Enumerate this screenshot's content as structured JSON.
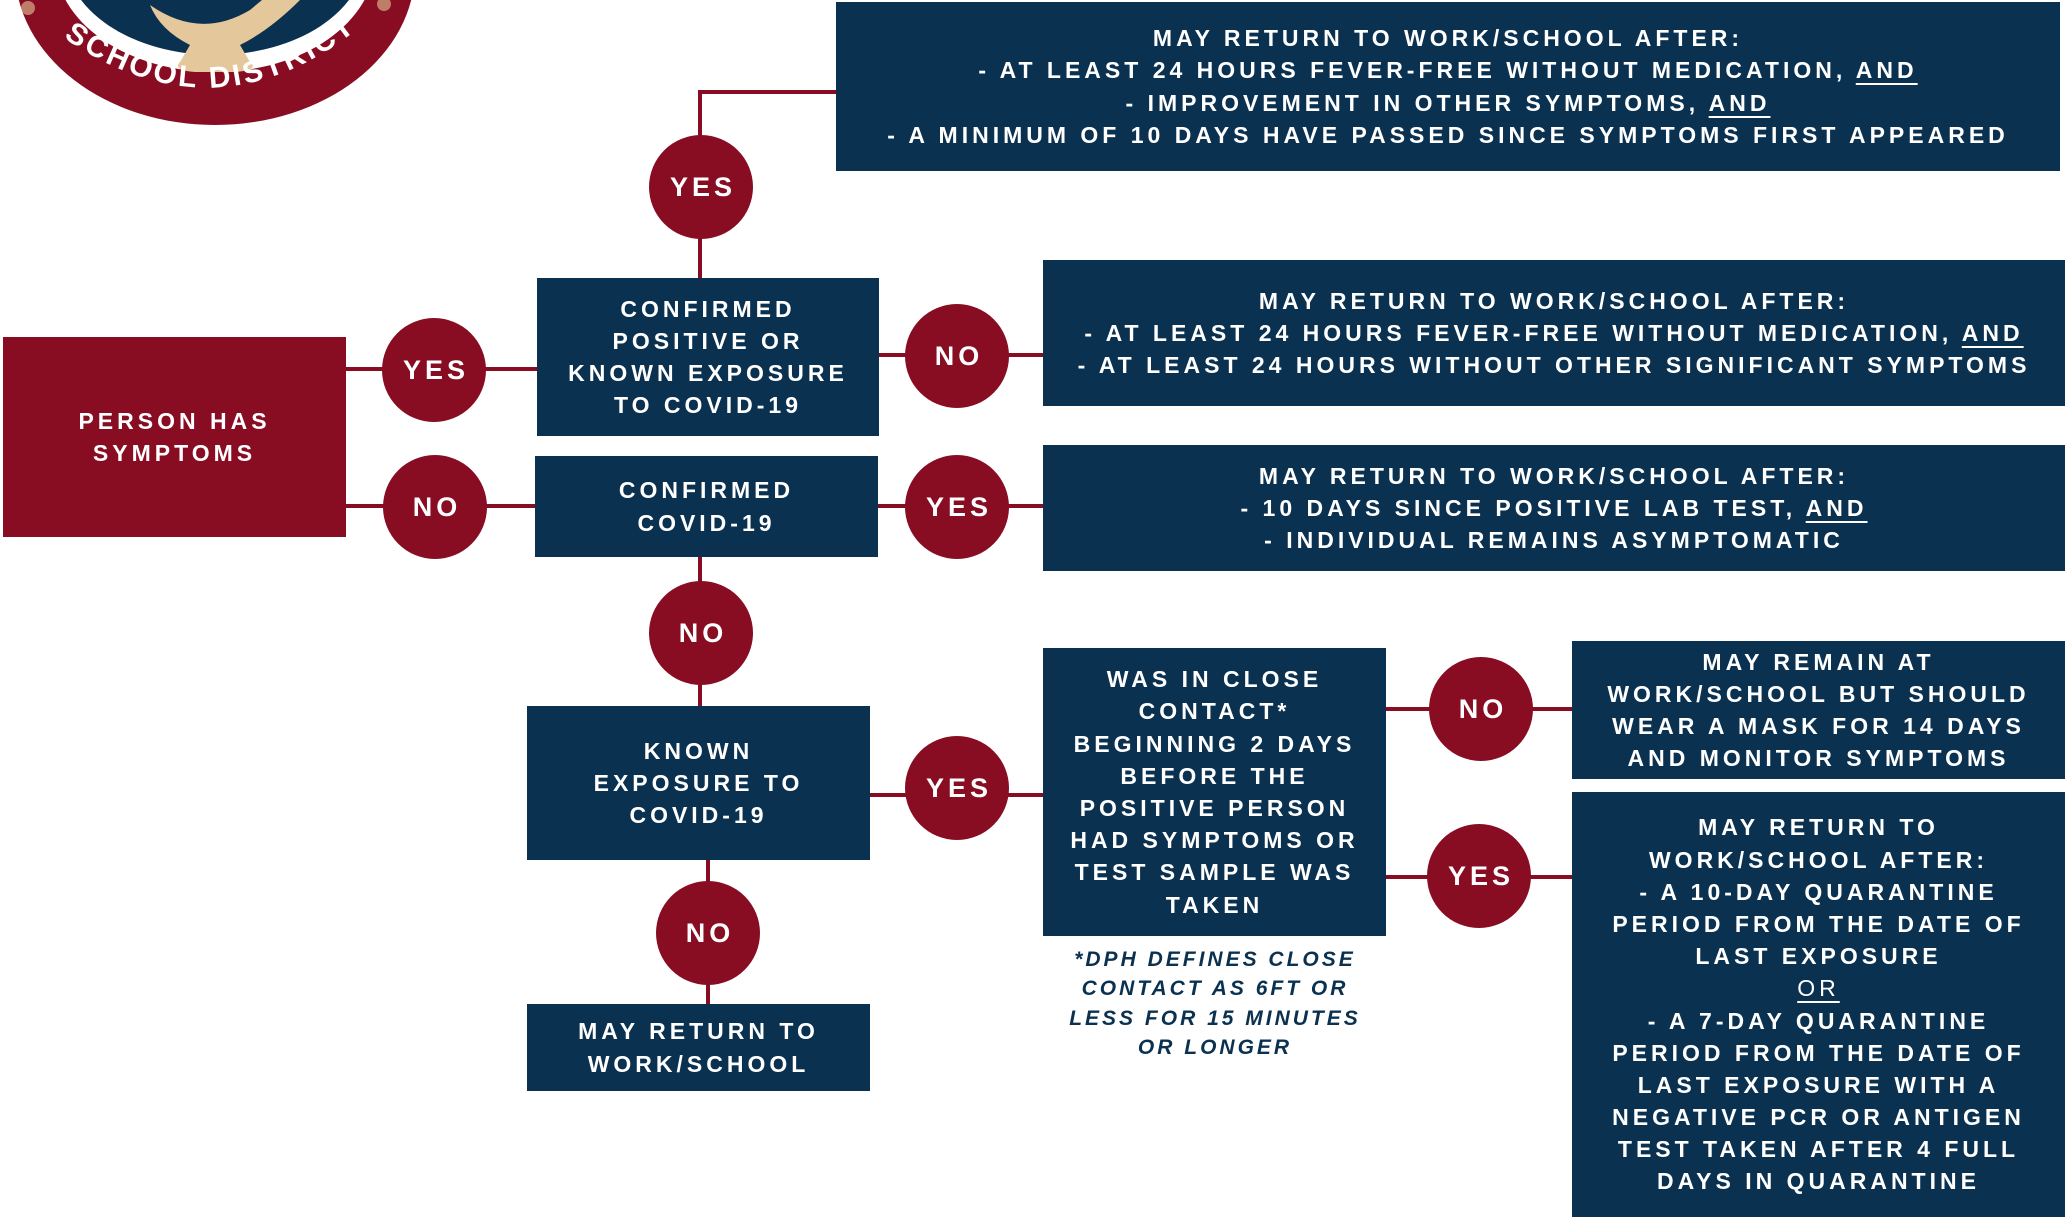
{
  "logo": {
    "text": "SCHOOL DISTRICT",
    "colors": {
      "ring": "#880d22",
      "inner": "#0b3150",
      "lamp": "#e4c79a"
    }
  },
  "colors": {
    "navy": "#0b3150",
    "maroon": "#880d22",
    "lamp": "#e4c79a"
  },
  "start": {
    "label": "PERSON HAS SYMPTOMS"
  },
  "decisions": {
    "confirmed_or_exposure": "CONFIRMED POSITIVE OR KNOWN EXPOSURE TO COVID-19",
    "confirmed": "CONFIRMED COVID-19",
    "known_exposure": "KNOWN EXPOSURE TO COVID-19",
    "close_contact": "WAS IN CLOSE CONTACT* BEGINNING 2 DAYS BEFORE THE POSITIVE PERSON HAD SYMPTOMS OR TEST SAMPLE WAS TAKEN"
  },
  "answers": {
    "yes": "YES",
    "no": "NO"
  },
  "outcomes": {
    "symptomatic_positive": {
      "heading": "MAY RETURN TO WORK/SCHOOL AFTER:",
      "line1": "- AT LEAST 24 HOURS FEVER-FREE WITHOUT MEDICATION,",
      "line1_conj": "AND",
      "line2": "- IMPROVEMENT IN OTHER SYMPTOMS,",
      "line2_conj": "AND",
      "line3": "-  A MINIMUM OF 10 DAYS HAVE PASSED SINCE SYMPTOMS FIRST APPEARED"
    },
    "symptomatic_negative": {
      "heading": "MAY RETURN TO WORK/SCHOOL AFTER:",
      "line1": "- AT LEAST 24 HOURS FEVER-FREE WITHOUT MEDICATION,",
      "line1_conj": "AND",
      "line2": "- AT LEAST 24 HOURS WITHOUT OTHER SIGNIFICANT SYMPTOMS"
    },
    "asymptomatic_positive": {
      "heading": "MAY RETURN TO WORK/SCHOOL AFTER:",
      "line1": "- 10 DAYS SINCE POSITIVE LAB TEST,",
      "line1_conj": "AND",
      "line2": "- INDIVIDUAL REMAINS ASYMPTOMATIC"
    },
    "no_exposure": "MAY RETURN TO WORK/SCHOOL",
    "not_close_contact": "MAY REMAIN AT WORK/SCHOOL BUT SHOULD WEAR A MASK FOR 14 DAYS AND MONITOR SYMPTOMS",
    "quarantine": {
      "heading": "MAY RETURN TO WORK/SCHOOL AFTER:",
      "option1": "- A 10-DAY QUARANTINE PERIOD FROM THE DATE OF LAST EXPOSURE",
      "or": "OR",
      "option2": "- A 7-DAY QUARANTINE PERIOD FROM THE DATE OF LAST EXPOSURE WITH A NEGATIVE PCR OR ANTIGEN TEST TAKEN AFTER 4 FULL DAYS IN QUARANTINE"
    }
  },
  "footnote": "*DPH DEFINES CLOSE CONTACT AS 6FT OR LESS FOR 15 MINUTES OR LONGER"
}
